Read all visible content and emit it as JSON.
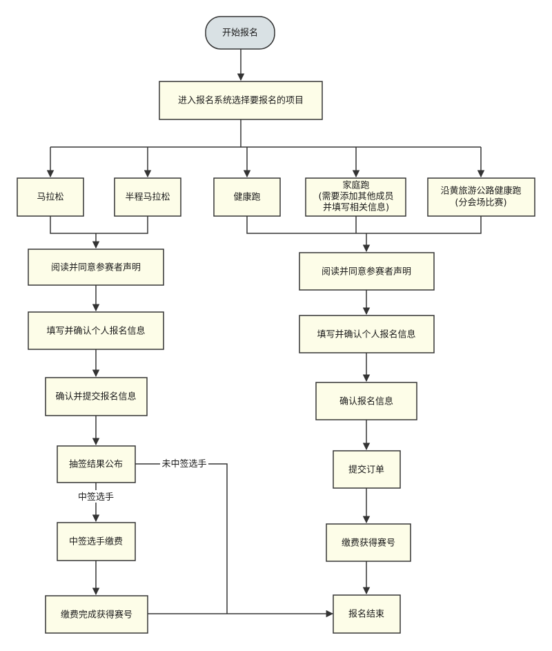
{
  "colors": {
    "box_fill": "#fdfde8",
    "box_stroke": "#333333",
    "start_fill": "#d9e1e4",
    "line": "#333333"
  },
  "nodes": {
    "start": "开始报名",
    "select_project": "进入报名系统选择要报名的项目",
    "marathon": "马拉松",
    "half_marathon": "半程马拉松",
    "health_run": "健康跑",
    "family_run": [
      "家庭跑",
      "(需要添加其他成员",
      "并填写相关信息)"
    ],
    "yellow_run": [
      "沿黄旅游公路健康跑",
      "(分会场比赛)"
    ],
    "left_read": "阅读并同意参赛者声明",
    "left_fill": "填写并确认个人报名信息",
    "left_confirm": "确认并提交报名信息",
    "lottery": "抽签结果公布",
    "winner_pay": "中签选手缴费",
    "pay_done": "缴费完成获得赛号",
    "right_read": "阅读并同意参赛者声明",
    "right_fill": "填写并确认个人报名信息",
    "right_confirm": "确认报名信息",
    "submit_order": "提交订单",
    "pay_number": "缴费获得赛号",
    "end": "报名结束"
  },
  "edge_labels": {
    "not_selected": "未中签选手",
    "selected": "中签选手"
  }
}
